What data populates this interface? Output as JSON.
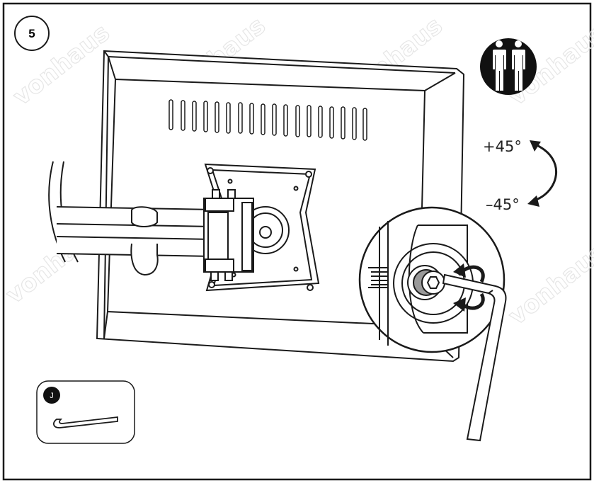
{
  "step": {
    "number": "5"
  },
  "rotation": {
    "plus_label": "+45°",
    "minus_label": "–45°"
  },
  "people_icon": {
    "name": "two-person-icon",
    "count": 2
  },
  "parts": [
    {
      "id": "J",
      "name": "hex-key-icon"
    }
  ],
  "watermark": {
    "text": "vonhaus"
  },
  "colors": {
    "line": "#1a1a1a",
    "badge": "#111111",
    "background": "#ffffff"
  }
}
